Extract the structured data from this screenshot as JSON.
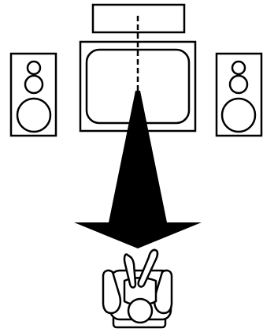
{
  "diagram": {
    "type": "home-theater-speaker-placement",
    "colors": {
      "line": "#000000",
      "background": "#ffffff"
    },
    "components": [
      {
        "id": "center-speaker",
        "icon": "center-speaker-icon"
      },
      {
        "id": "tv-screen",
        "icon": "tv-icon"
      },
      {
        "id": "left-speaker",
        "icon": "front-left-speaker-icon"
      },
      {
        "id": "right-speaker",
        "icon": "front-right-speaker-icon"
      },
      {
        "id": "listening-direction",
        "icon": "down-arrow-icon"
      },
      {
        "id": "listener",
        "icon": "listener-in-chair-icon"
      }
    ]
  }
}
